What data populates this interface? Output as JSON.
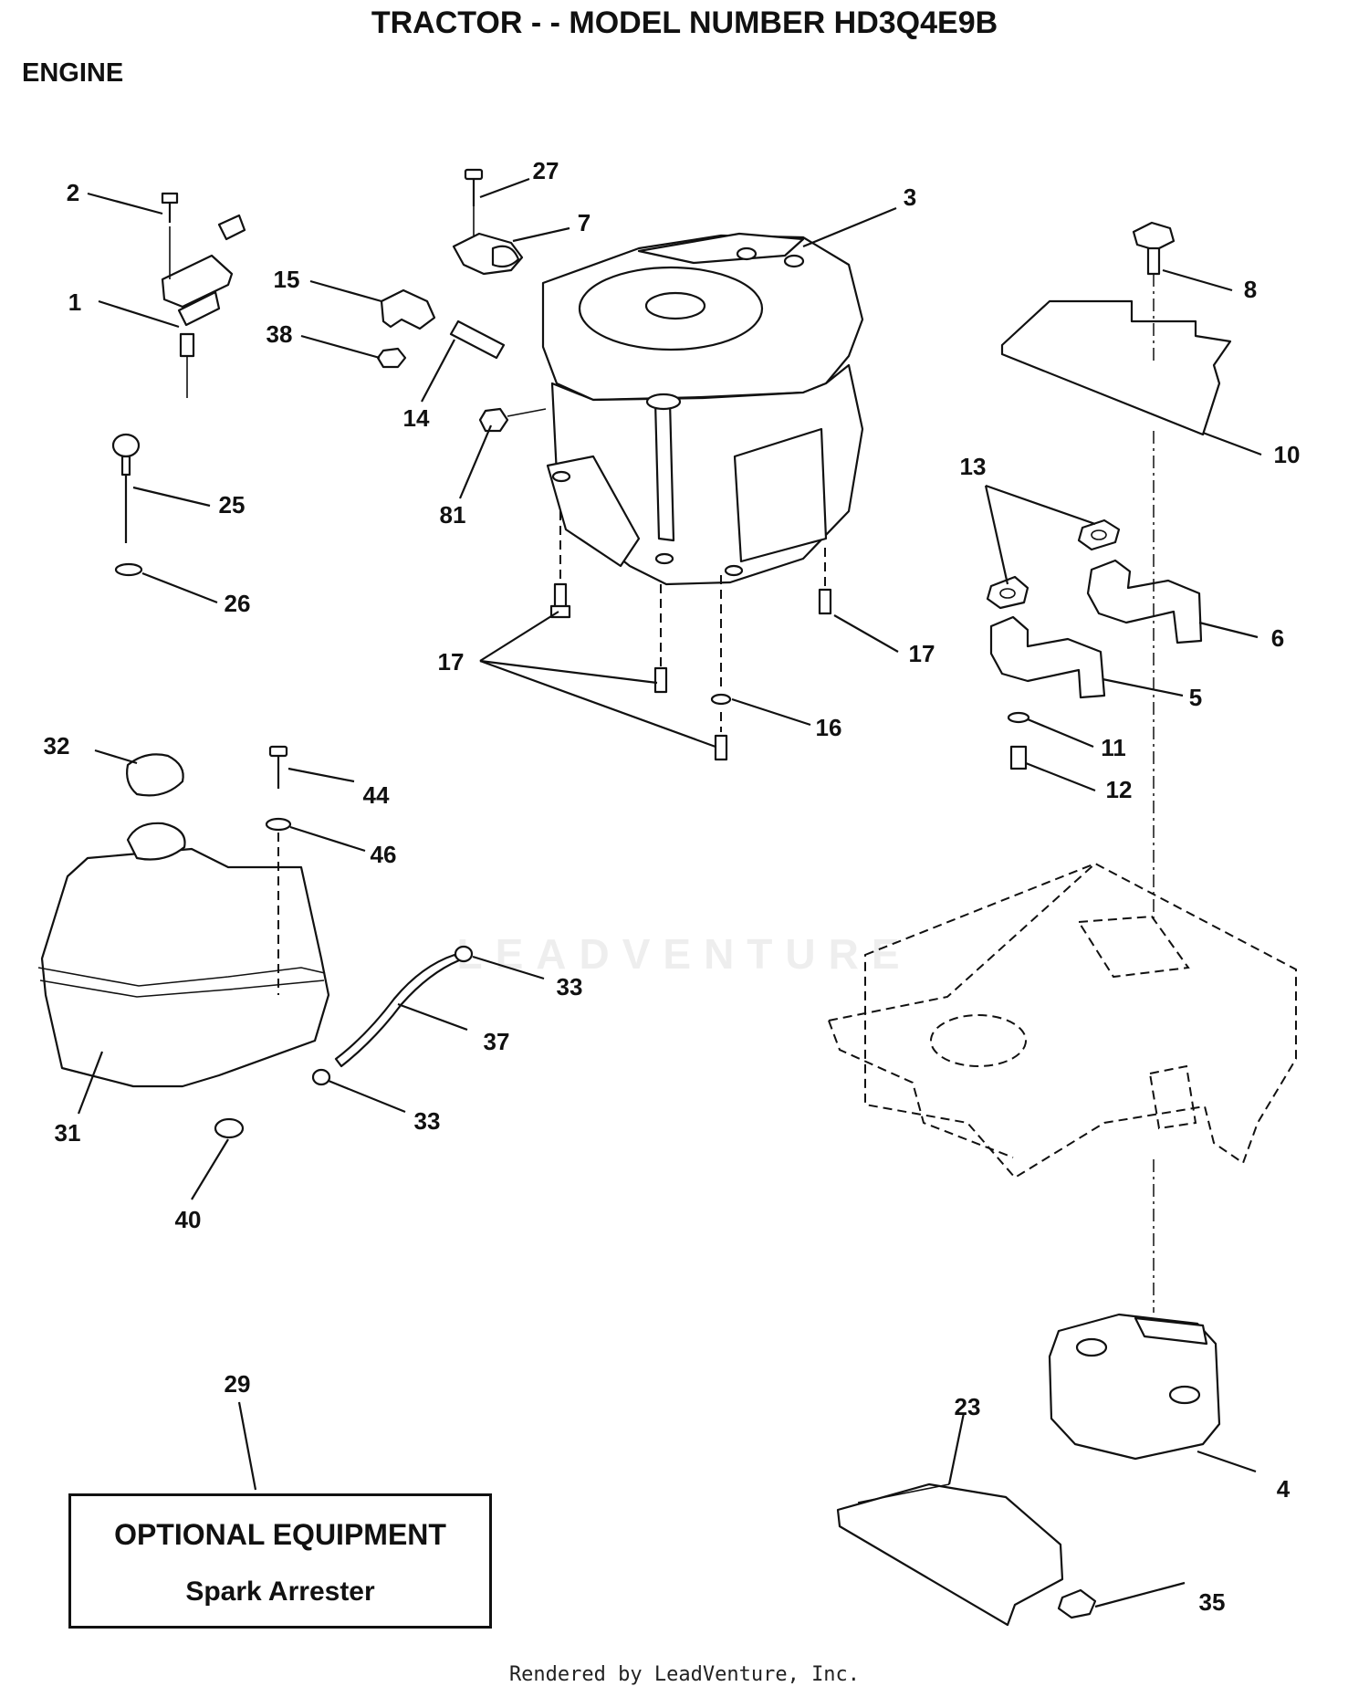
{
  "header": {
    "title": "TRACTOR - - MODEL NUMBER HD3Q4E9B",
    "section": "ENGINE"
  },
  "optional_equipment": {
    "heading": "OPTIONAL EQUIPMENT",
    "item": "Spark Arrester"
  },
  "watermark": "LEADVENTURE",
  "footer": "Rendered by LeadVenture, Inc.",
  "parts": [
    {
      "key": "p1",
      "label": "1"
    },
    {
      "key": "p2",
      "label": "2"
    },
    {
      "key": "p3",
      "label": "3"
    },
    {
      "key": "p27",
      "label": "27"
    },
    {
      "key": "p7",
      "label": "7"
    },
    {
      "key": "p15",
      "label": "15"
    },
    {
      "key": "p38",
      "label": "38"
    },
    {
      "key": "p14",
      "label": "14"
    },
    {
      "key": "p81",
      "label": "81"
    },
    {
      "key": "p8",
      "label": "8"
    },
    {
      "key": "p10",
      "label": "10"
    },
    {
      "key": "p13",
      "label": "13"
    },
    {
      "key": "p6",
      "label": "6"
    },
    {
      "key": "p5",
      "label": "5"
    },
    {
      "key": "p25",
      "label": "25"
    },
    {
      "key": "p26",
      "label": "26"
    },
    {
      "key": "p17a",
      "label": "17"
    },
    {
      "key": "p17b",
      "label": "17"
    },
    {
      "key": "p16",
      "label": "16"
    },
    {
      "key": "p11",
      "label": "11"
    },
    {
      "key": "p12",
      "label": "12"
    },
    {
      "key": "p32",
      "label": "32"
    },
    {
      "key": "p44",
      "label": "44"
    },
    {
      "key": "p46",
      "label": "46"
    },
    {
      "key": "p33a",
      "label": "33"
    },
    {
      "key": "p37",
      "label": "37"
    },
    {
      "key": "p33b",
      "label": "33"
    },
    {
      "key": "p31",
      "label": "31"
    },
    {
      "key": "p40",
      "label": "40"
    },
    {
      "key": "p29",
      "label": "29"
    },
    {
      "key": "p23",
      "label": "23"
    },
    {
      "key": "p4",
      "label": "4"
    },
    {
      "key": "p35",
      "label": "35"
    }
  ]
}
